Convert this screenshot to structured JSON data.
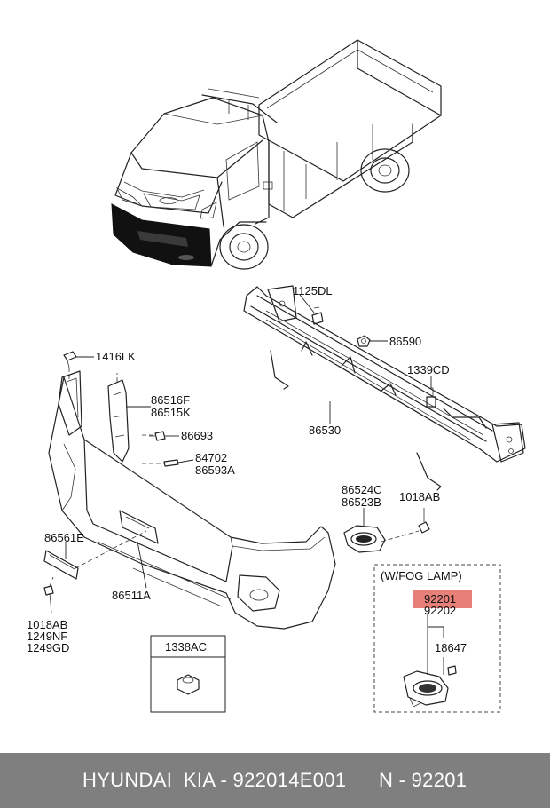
{
  "callouts": {
    "c1125DL": "1125DL",
    "c86590": "86590",
    "c1339CD": "1339CD",
    "c86530": "86530",
    "c1416LK": "1416LK",
    "c86516F": "86516F",
    "c86515K": "86515K",
    "c86693": "86693",
    "c84702": "84702",
    "c86593A": "86593A",
    "c86524C": "86524C",
    "c86523B": "86523B",
    "c1018AB_top": "1018AB",
    "c86561E": "86561E",
    "c86511A": "86511A",
    "c1018AB": "1018AB",
    "c1249NF": "1249NF",
    "c1249GD": "1249GD",
    "c1338AC": "1338AC",
    "fog_lamp_note": "(W/FOG LAMP)",
    "c92201": "92201",
    "c92202": "92202",
    "c18647": "18647"
  },
  "highlight_color": "#e8807a",
  "footer": {
    "left": "HYUNDAI  KIA - 922014E001",
    "right": "N - 92201"
  }
}
